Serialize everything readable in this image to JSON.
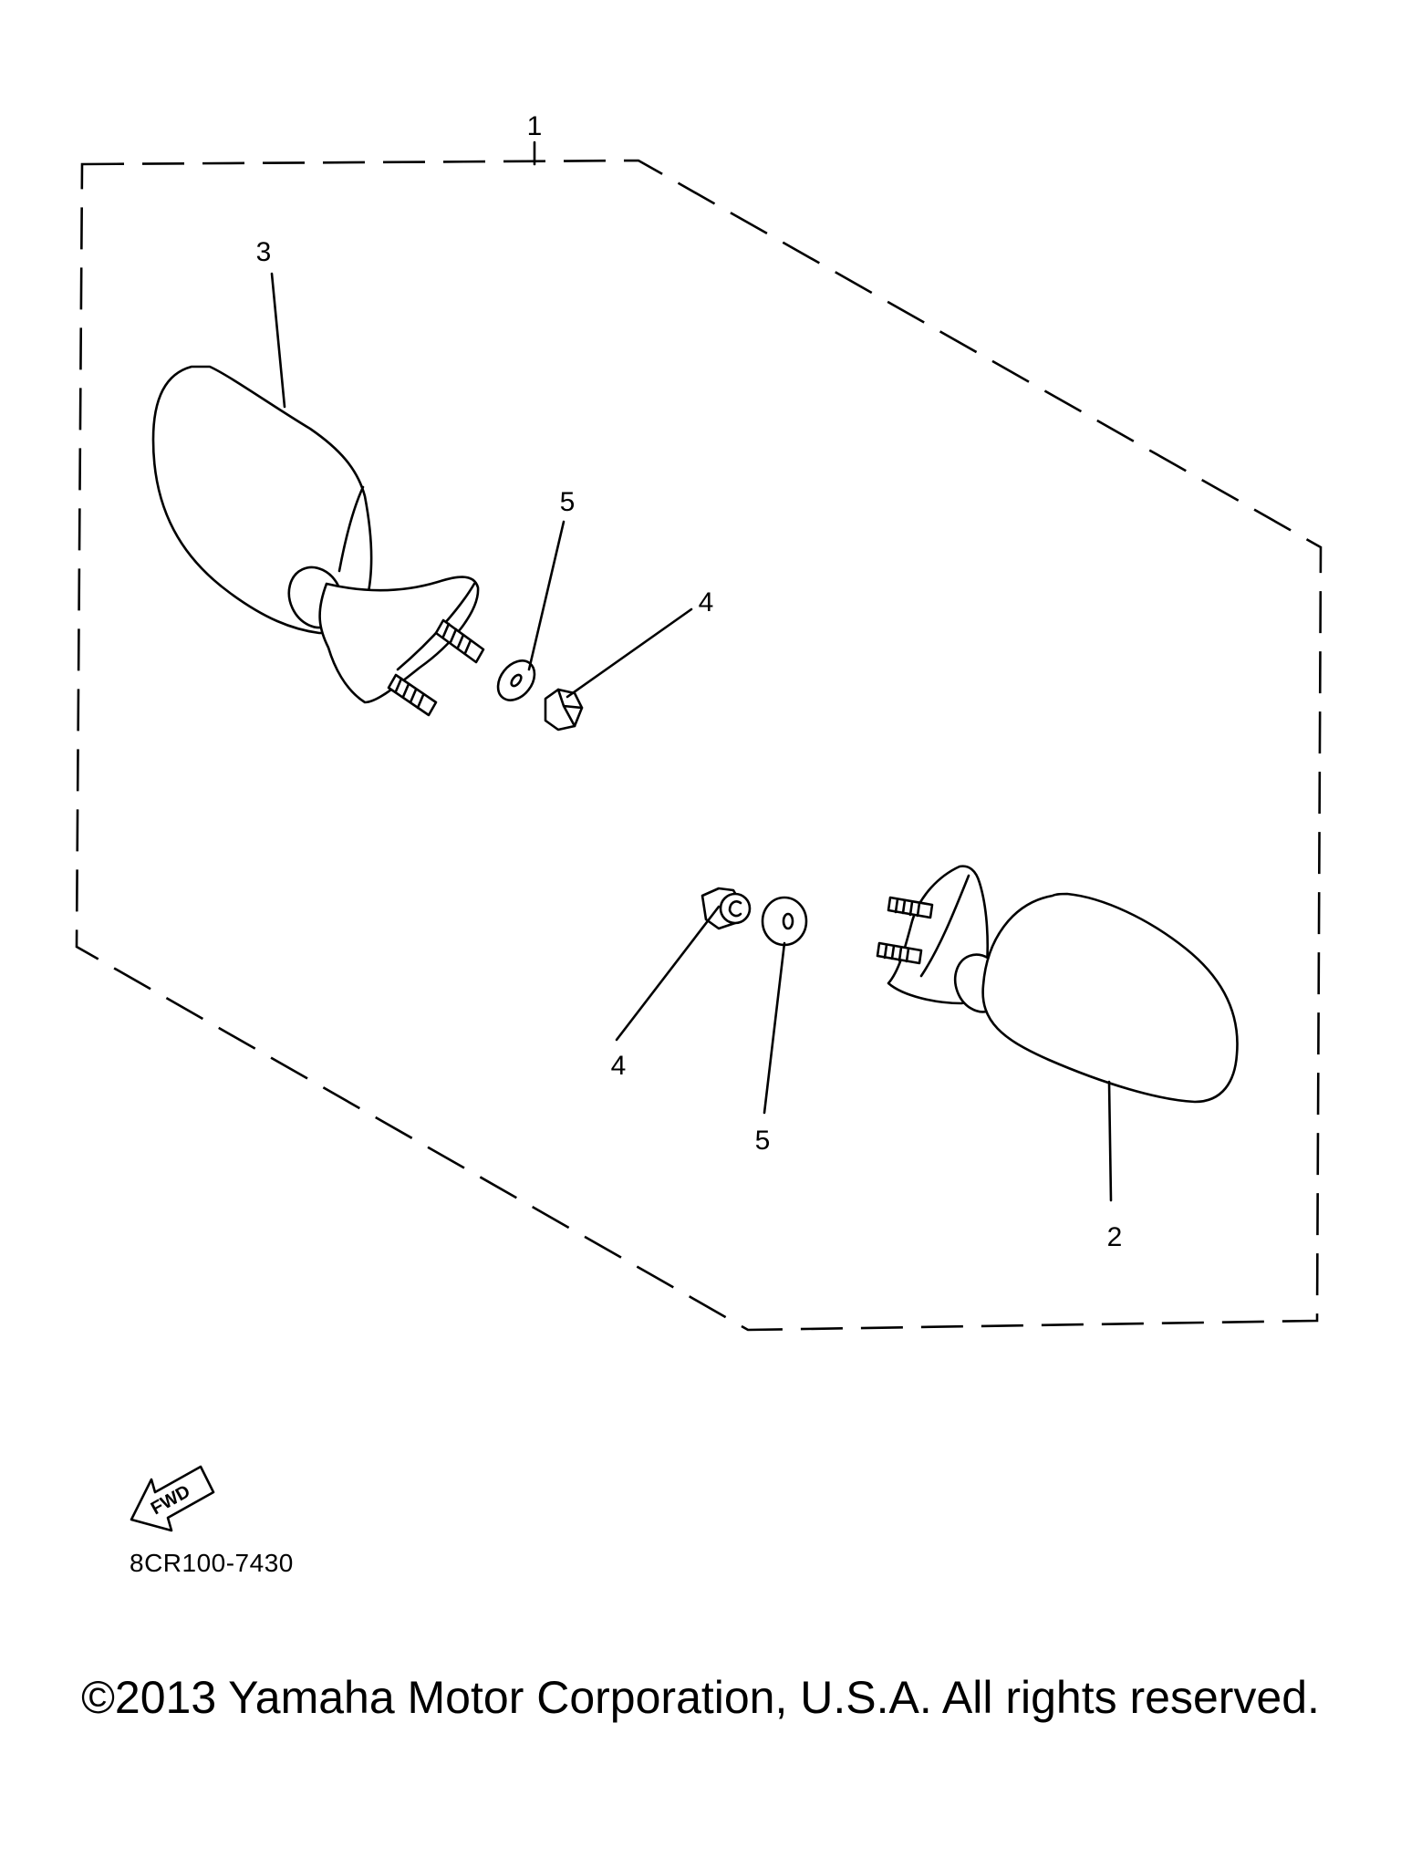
{
  "diagram": {
    "callouts": [
      {
        "ref": "1",
        "part": "assembly-boundary"
      },
      {
        "ref": "2",
        "part": "right-mirror"
      },
      {
        "ref": "3",
        "part": "left-mirror"
      },
      {
        "ref": "4",
        "part": "nut-left"
      },
      {
        "ref": "5",
        "part": "washer-left"
      },
      {
        "ref": "4",
        "part": "nut-right"
      },
      {
        "ref": "5",
        "part": "washer-right"
      }
    ],
    "fwd_label": "FWD",
    "drawing_code": "8CR100-7430"
  },
  "footer": {
    "copyright": "©2013 Yamaha Motor Corporation, U.S.A. All rights reserved."
  }
}
